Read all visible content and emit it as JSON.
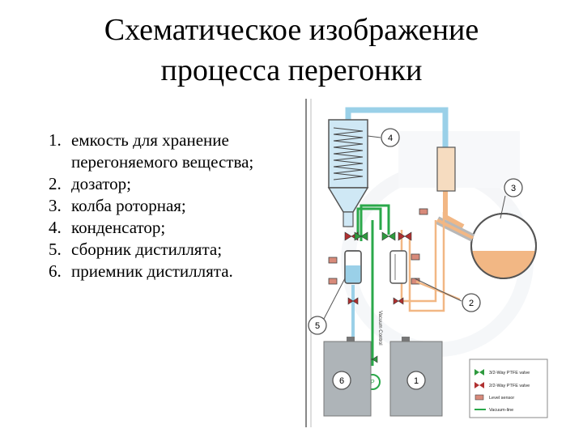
{
  "slide": {
    "title_line1": "Схематическое изображение",
    "title_line2": "процесса перегонки"
  },
  "list": [
    {
      "num": "1.",
      "text": "емкость для хранение перегоняемого вещества;"
    },
    {
      "num": "2.",
      "text": "дозатор;"
    },
    {
      "num": "3.",
      "text": "колба роторная;"
    },
    {
      "num": "4.",
      "text": "конденсатор;"
    },
    {
      "num": "5.",
      "text": "сборник дистиллята;"
    },
    {
      "num": "6.",
      "text": "приемник дистиллята."
    }
  ],
  "diagram": {
    "markers": [
      "4",
      "3",
      "2",
      "5",
      "6",
      "1"
    ],
    "pump_label": "P",
    "vertical_line_label": "Vacuum Control",
    "legend": [
      {
        "text": "3/2-Way PTFE valve"
      },
      {
        "text": "2/2-Way PTFE valve"
      },
      {
        "text": "Level sensor"
      },
      {
        "text": "Vacuum-line"
      }
    ],
    "colors": {
      "cooling_water": "#9ad0e8",
      "vacuum_line": "#2aa84a",
      "product_line": "#f2b784",
      "frame": "#555555",
      "valve_green": "#2e9a3e",
      "valve_red": "#b03030",
      "tank_gray": "#aeb4b8"
    }
  }
}
